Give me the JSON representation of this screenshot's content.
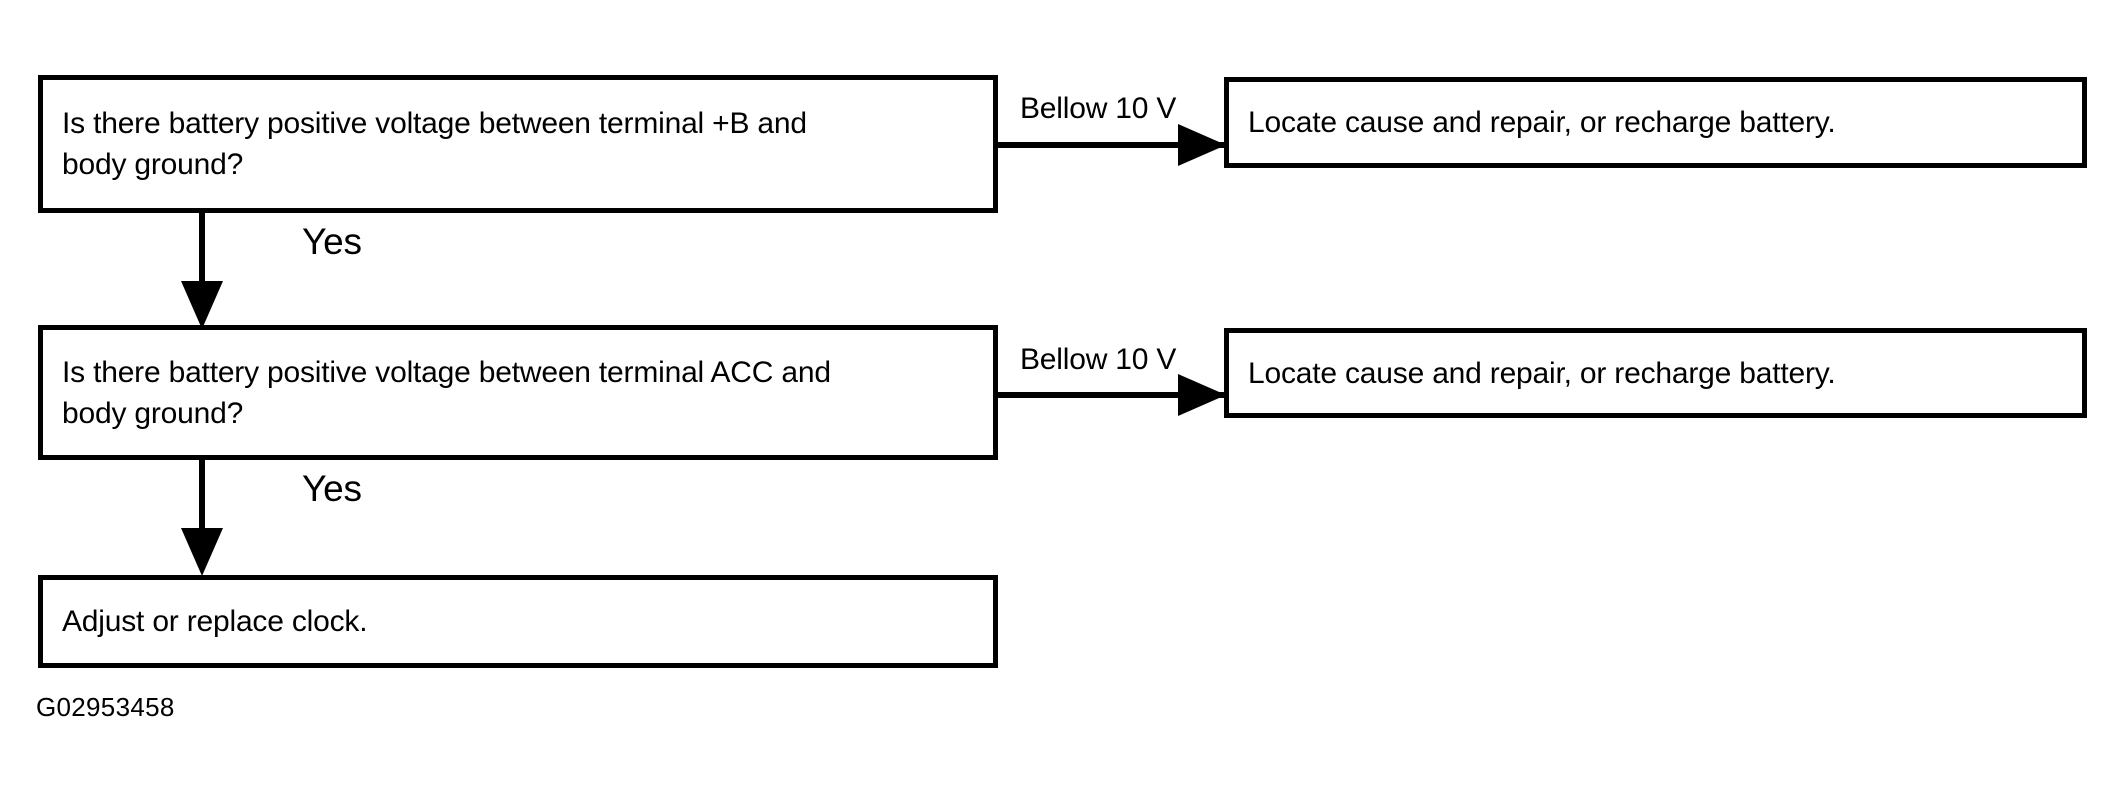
{
  "figure": {
    "id_code": "G02953458",
    "background_color": "#ffffff",
    "line_color": "#000000"
  },
  "nodes": {
    "question_1": {
      "text": "Is there battery positive voltage between terminal +B and\nbody ground?"
    },
    "question_2": {
      "text": "Is there battery positive voltage between terminal ACC and\nbody ground?"
    },
    "result_1": {
      "text": "Locate cause and repair, or recharge battery."
    },
    "result_2": {
      "text": "Locate cause and repair, or recharge battery."
    },
    "end_node": {
      "text": "Adjust or replace clock."
    }
  },
  "edges": {
    "q1_to_result_1": {
      "label": "Bellow 10 V"
    },
    "q2_to_result_2": {
      "label": "Bellow 10 V"
    },
    "q1_to_q2": {
      "label": "Yes"
    },
    "q2_to_end": {
      "label": "Yes"
    }
  }
}
